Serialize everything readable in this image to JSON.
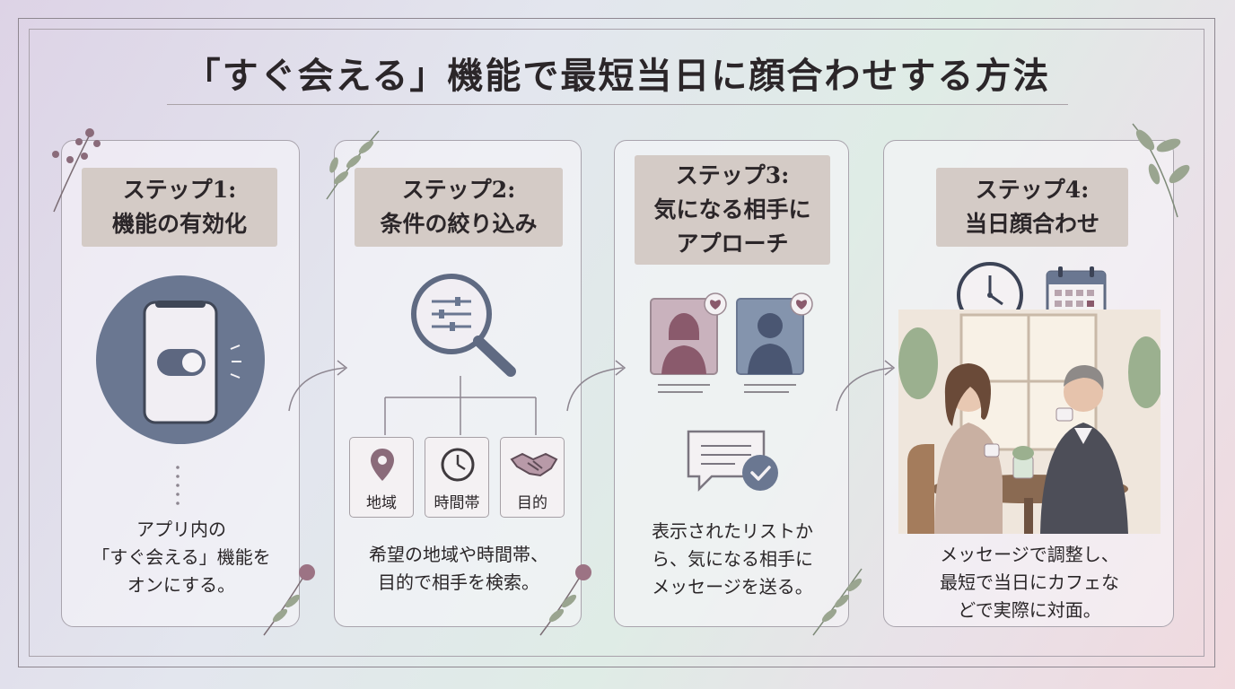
{
  "title": "「すぐ会える」機能で最短当日に顔合わせする方法",
  "steps": [
    {
      "label_line1": "ステップ1:",
      "label_line2": "機能の有効化",
      "desc": [
        "アプリ内の",
        "「すぐ会える」機能を",
        "オンにする。"
      ],
      "icon": "phone-toggle-icon"
    },
    {
      "label_line1": "ステップ2:",
      "label_line2": "条件の絞り込み",
      "desc": [
        "希望の地域や時間帯、",
        "目的で相手を検索。"
      ],
      "icon": "magnifier-filter-icon",
      "filters": [
        {
          "label": "地域",
          "icon": "location-pin-icon"
        },
        {
          "label": "時間帯",
          "icon": "clock-icon"
        },
        {
          "label": "目的",
          "icon": "handshake-icon"
        }
      ]
    },
    {
      "label_line1": "ステップ3:",
      "label_line2": "気になる相手に",
      "label_line3": "アプローチ",
      "desc": [
        "表示されたリストか",
        "ら、気になる相手に",
        "メッセージを送る。"
      ],
      "icon": "message-check-icon"
    },
    {
      "label_line1": "ステップ4:",
      "label_line2": "当日顔合わせ",
      "desc": [
        "メッセージで調整し、",
        "最短で当日にカフェな",
        "どで実際に対面。"
      ],
      "icon": "cafe-meeting-illustration"
    }
  ],
  "colors": {
    "accent_slate": "#6a7791",
    "label_bg": "#d4cbc6",
    "profile_female_bg": "#c9b2bd",
    "profile_male_bg": "#8494ad",
    "heart": "#8a5a6c"
  }
}
